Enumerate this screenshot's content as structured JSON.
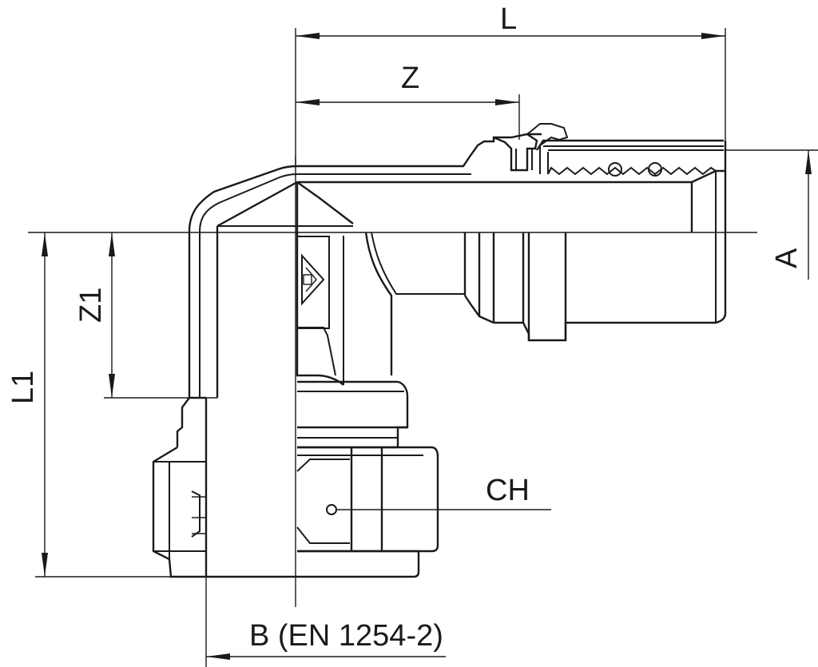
{
  "labels": {
    "L": "L",
    "Z": "Z",
    "A": "A",
    "Z1": "Z1",
    "L1": "L1",
    "CH": "CH",
    "B": "B (EN 1254-2)"
  }
}
